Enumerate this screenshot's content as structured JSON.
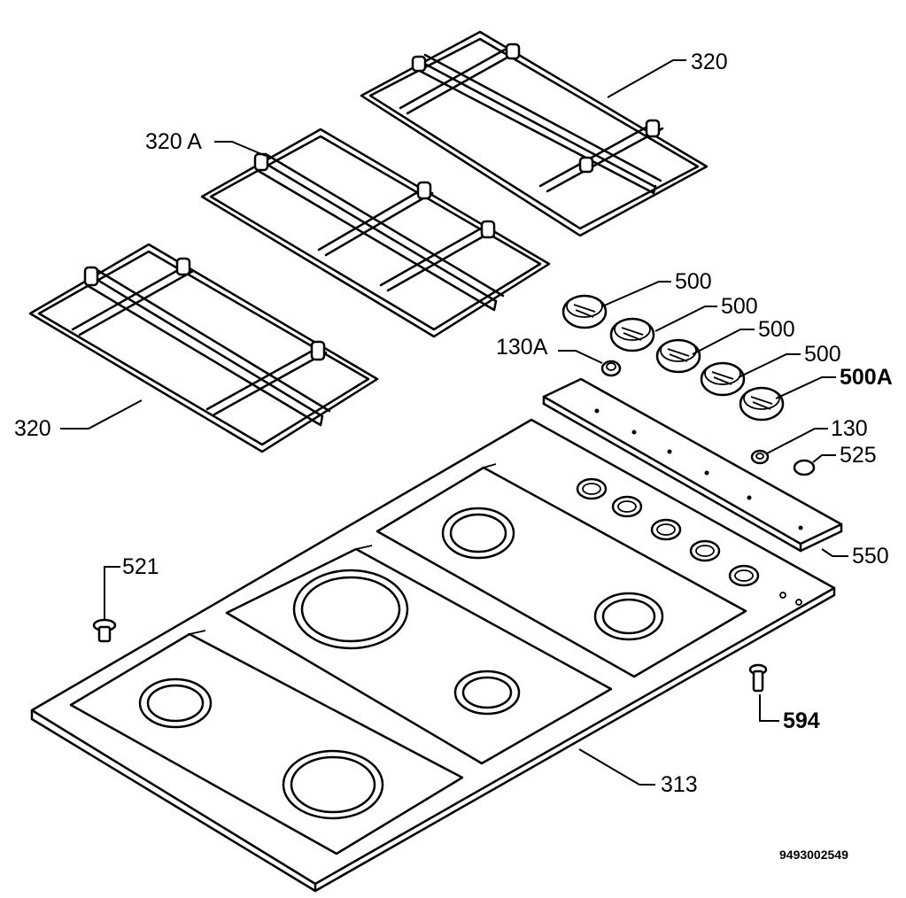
{
  "labels": {
    "grid_right": "320",
    "grid_middle": "320 A",
    "grid_left": "320",
    "knob_1": "500",
    "knob_2": "500",
    "knob_3": "500",
    "knob_4": "500",
    "knob_5": "500A",
    "ring_a": "130A",
    "ring": "130",
    "cap": "525",
    "panel": "550",
    "screw_left": "521",
    "screw_right": "594",
    "hob": "313"
  },
  "doc_id": "9493002549"
}
